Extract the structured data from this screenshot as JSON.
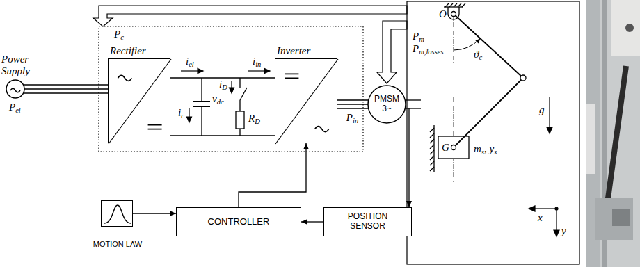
{
  "diagram": {
    "nodes": [
      {
        "text": [
          "Power Supply"
        ]
      },
      {
        "text": [
          "Rectifier"
        ]
      },
      {
        "text": [
          "Inverter"
        ]
      },
      {
        "text": [
          "PMSM 3~"
        ]
      },
      {
        "text": [
          "CONTROLLER"
        ]
      },
      {
        "text": [
          "MOTION LAW"
        ]
      },
      {
        "text": [
          "POSITION SENSOR"
        ]
      }
    ],
    "edges": [
      {
        "from": 0,
        "to": 1,
        "arrow": "none"
      },
      {
        "from": 1,
        "to": 2,
        "arrow": "none"
      },
      {
        "from": 2,
        "to": 3,
        "label": "Pin",
        "arrow": "none"
      },
      {
        "from": 5,
        "to": 4,
        "arrow": "to"
      },
      {
        "from": 6,
        "to": 4,
        "arrow": "to"
      },
      {
        "from": 4,
        "to": 2,
        "arrow": "to"
      },
      {
        "from": 3,
        "to": 6,
        "arrow": "to"
      }
    ],
    "labels": [
      "Pel",
      "Pc",
      "Pm",
      "Pm,losses",
      "iel",
      "iin",
      "vdc",
      "iD",
      "ic",
      "RD",
      "O",
      "ϑc",
      "g",
      "G",
      "ms, ys",
      "x",
      "y"
    ]
  }
}
